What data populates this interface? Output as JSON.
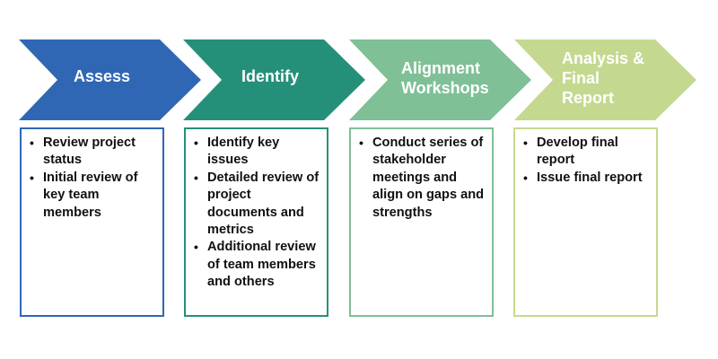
{
  "colors": {
    "assess": "#2f67b5",
    "identify": "#259079",
    "alignment": "#7fc096",
    "report": "#c4d98f"
  },
  "stages": [
    {
      "title": "Assess",
      "items": [
        "Review project status",
        "Initial review of key team members"
      ]
    },
    {
      "title": "Identify",
      "items": [
        "Identify key issues",
        "Detailed review of project documents and metrics",
        "Additional review of team members and others"
      ]
    },
    {
      "title_lines": [
        "Alignment",
        "Workshops"
      ],
      "items": [
        "Conduct series of stakeholder meetings and align on gaps and strengths"
      ]
    },
    {
      "title_lines": [
        "Analysis &",
        "Final",
        "Report"
      ],
      "items": [
        "Develop final report",
        "Issue final report"
      ]
    }
  ]
}
